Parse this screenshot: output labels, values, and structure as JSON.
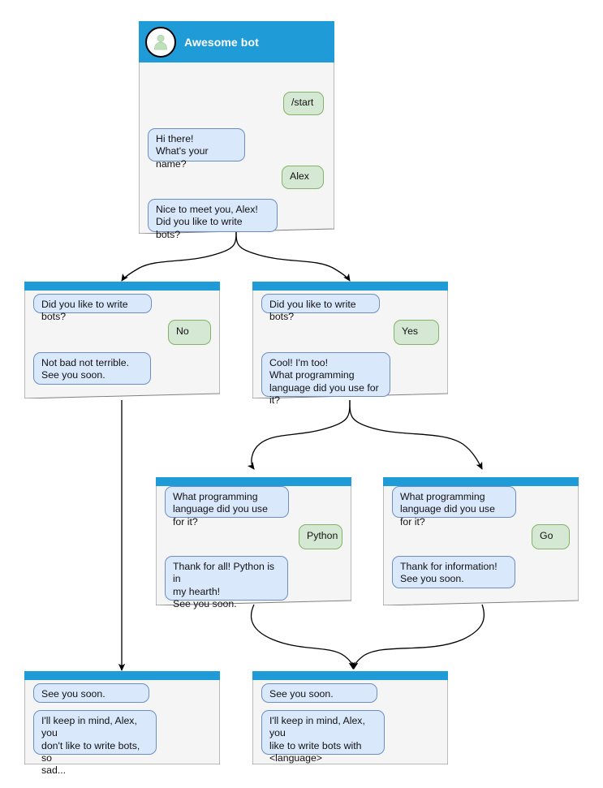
{
  "diagram": {
    "title": "Awesome bot conversation flow",
    "colors": {
      "header_bar": "#1f9bd7",
      "card_fill": "#f5f5f5",
      "card_stroke": "#808080",
      "bot_bubble_fill": "#dae8fc",
      "bot_bubble_stroke": "#6c8ebf",
      "user_bubble_fill": "#d5e8d4",
      "user_bubble_stroke": "#82b366",
      "edge_stroke": "#000000",
      "avatar_fill": "#ffffff",
      "avatar_person": "#b5dbb0"
    }
  },
  "cards": {
    "root": {
      "header_title": "Awesome bot",
      "avatar_icon": "person-avatar-icon",
      "messages": [
        {
          "role": "user",
          "text": "/start"
        },
        {
          "role": "bot",
          "text": "Hi there!\nWhat's your name?"
        },
        {
          "role": "user",
          "text": "Alex"
        },
        {
          "role": "bot",
          "text": "Nice to meet you, Alex!\nDid you like to write bots?"
        }
      ]
    },
    "no_branch": {
      "messages": [
        {
          "role": "bot",
          "text": "Did you like to write bots?"
        },
        {
          "role": "user",
          "text": "No"
        },
        {
          "role": "bot",
          "text": "Not bad not terrible.\nSee you soon."
        }
      ]
    },
    "yes_branch": {
      "messages": [
        {
          "role": "bot",
          "text": "Did you like to write bots?"
        },
        {
          "role": "user",
          "text": "Yes"
        },
        {
          "role": "bot",
          "text": "Cool! I'm too!\nWhat programming\nlanguage did you use for it?"
        }
      ]
    },
    "python_branch": {
      "messages": [
        {
          "role": "bot",
          "text": "What programming\nlanguage did you use for it?"
        },
        {
          "role": "user",
          "text": "Python"
        },
        {
          "role": "bot",
          "text": "Thank for all! Python is in\nmy hearth!\nSee you soon."
        }
      ]
    },
    "go_branch": {
      "messages": [
        {
          "role": "bot",
          "text": "What programming\nlanguage did you use for it?"
        },
        {
          "role": "user",
          "text": "Go"
        },
        {
          "role": "bot",
          "text": "Thank for information!\nSee you soon."
        }
      ]
    },
    "end_no": {
      "messages": [
        {
          "role": "bot",
          "text": "See you soon."
        },
        {
          "role": "bot",
          "text": "I'll keep in mind, Alex, you\ndon't like to write bots, so\nsad..."
        }
      ]
    },
    "end_yes": {
      "messages": [
        {
          "role": "bot",
          "text": "See you soon."
        },
        {
          "role": "bot",
          "text": "I'll keep in mind, Alex, you\nlike to write bots with\n<language>"
        }
      ]
    }
  }
}
